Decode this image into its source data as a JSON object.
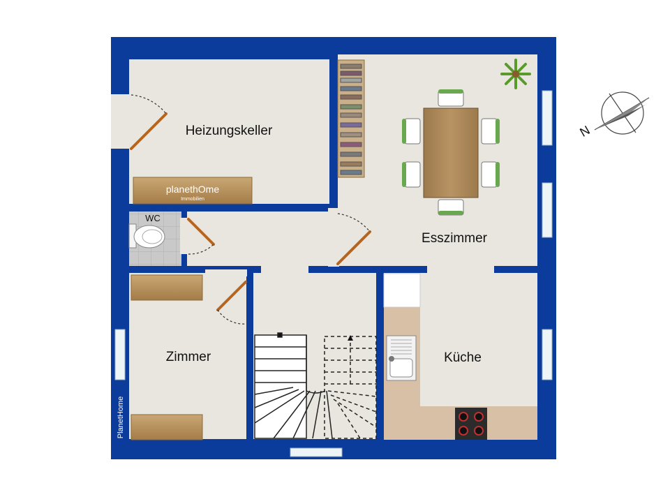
{
  "rooms": {
    "heizungskeller": "Heizungskeller",
    "esszimmer": "Esszimmer",
    "wc": "WC",
    "zimmer": "Zimmer",
    "kueche": "Küche"
  },
  "branding": {
    "logo_main": "planethOme",
    "logo_sub": "Immobilien",
    "side_mark": "PlanetHome"
  },
  "compass": {
    "north_label": "N"
  },
  "colors": {
    "wall": "#0b3c9c",
    "floor": "#e9e6df",
    "tile": "#c8c8c8",
    "counter": "#d8c0a6",
    "wood": "#b08a58",
    "door": "#b5651d",
    "window": "#eef5f7",
    "chair_green": "#6aa84f"
  }
}
